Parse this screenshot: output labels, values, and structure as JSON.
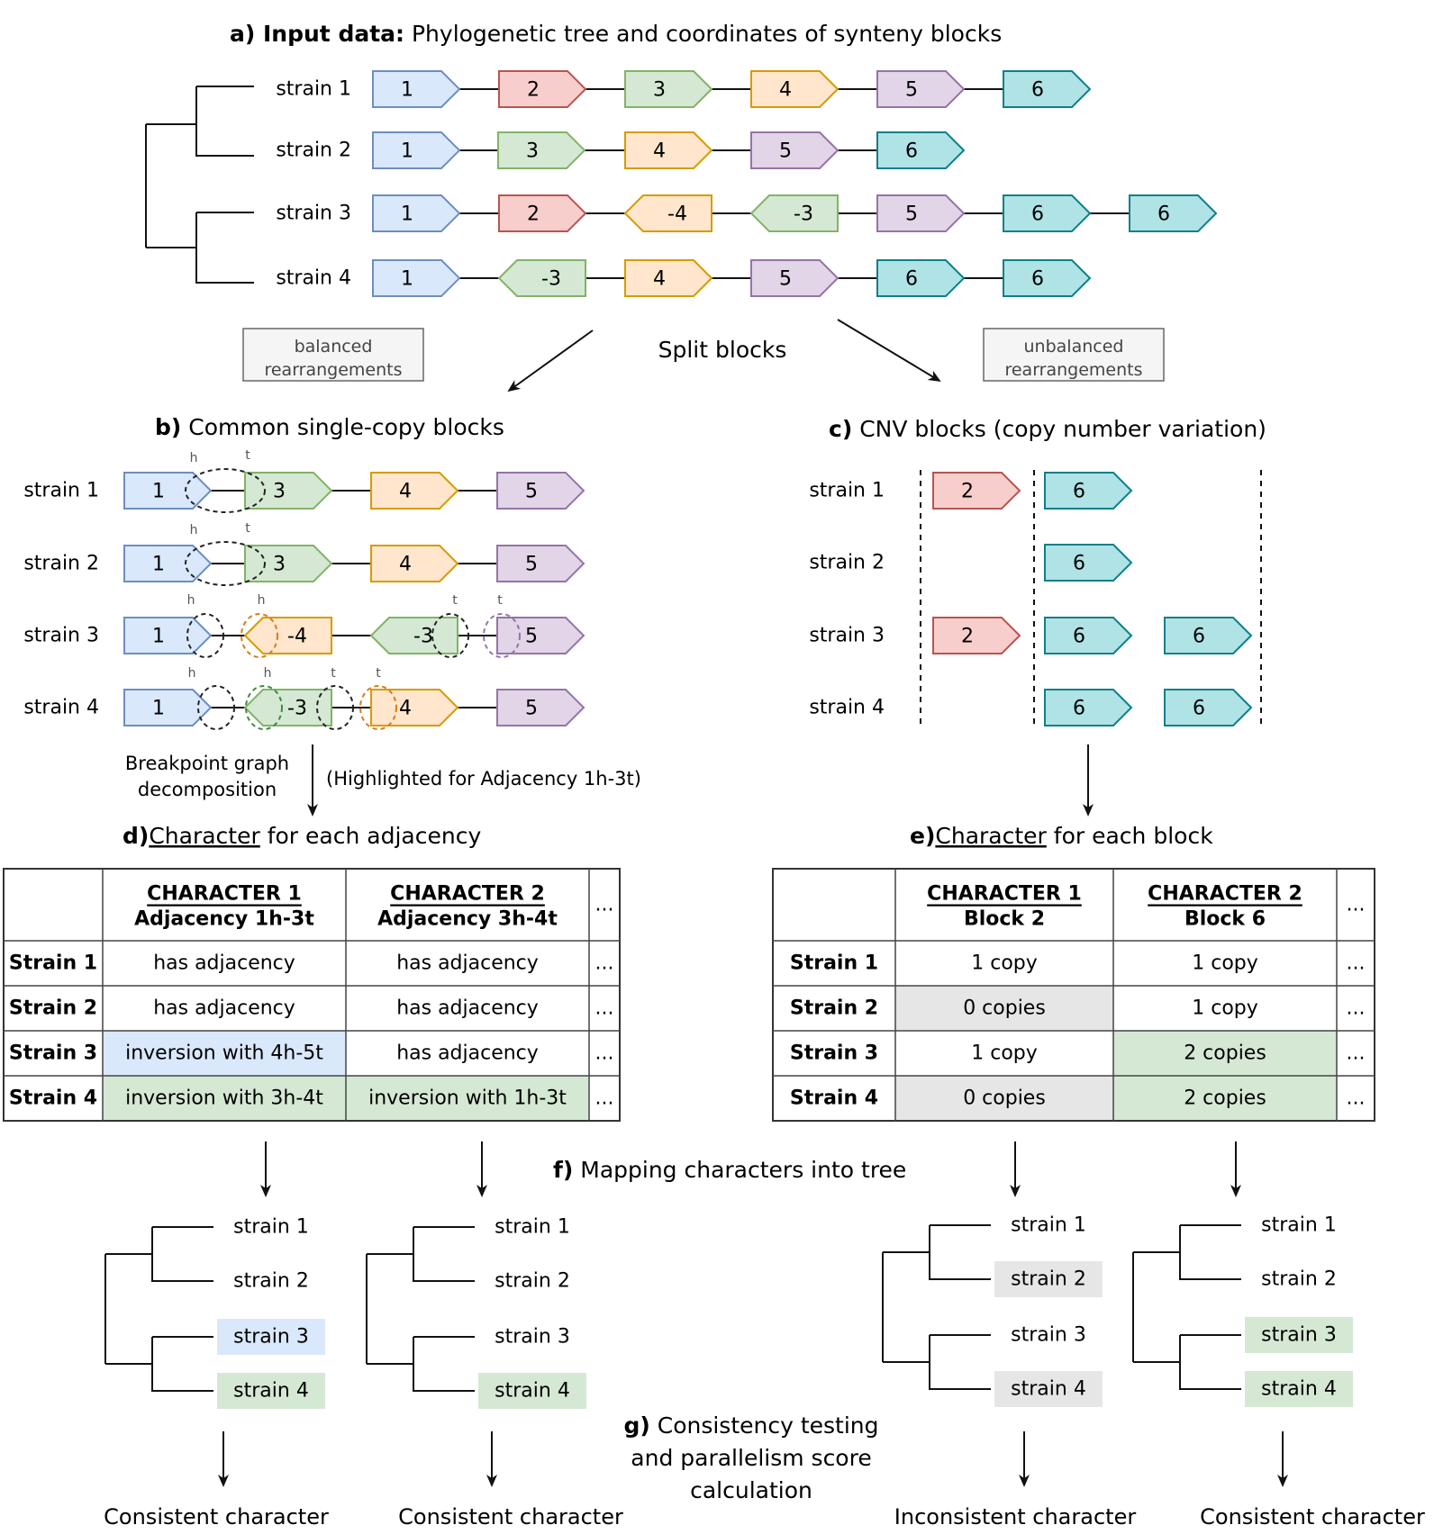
{
  "colors": {
    "block1": {
      "fill": "#dae8fc",
      "stroke": "#6c8ebf"
    },
    "block2": {
      "fill": "#f8cecc",
      "stroke": "#b85450"
    },
    "block3": {
      "fill": "#d5e8d4",
      "stroke": "#82b366"
    },
    "block4": {
      "fill": "#ffe6cc",
      "stroke": "#d79b00"
    },
    "block5": {
      "fill": "#e1d5e7",
      "stroke": "#9673a6"
    },
    "block6": {
      "fill": "#b0e3e6",
      "stroke": "#0e8088"
    },
    "highlight_blue": "#dae8fc",
    "highlight_green": "#d5e8d4",
    "highlight_grey": "#e6e6e6",
    "circle_black": "#222222",
    "circle_orange": "#d97b1a",
    "circle_purple": "#9673a6",
    "circle_green": "#3d8b3d"
  },
  "panel_a": {
    "title_bold": "a) Input data:",
    "title_rest": " Phylogenetic tree and coordinates of synteny blocks",
    "rows": [
      {
        "strain": "strain 1",
        "blocks": [
          "1",
          "2",
          "3",
          "4",
          "5",
          "6"
        ]
      },
      {
        "strain": "strain 2",
        "blocks": [
          "1",
          "3",
          "4",
          "5",
          "6"
        ]
      },
      {
        "strain": "strain 3",
        "blocks": [
          "1",
          "2",
          "-4",
          "-3",
          "5",
          "6",
          "6"
        ]
      },
      {
        "strain": "strain 4",
        "blocks": [
          "1",
          "-3",
          "4",
          "5",
          "6",
          "6"
        ]
      }
    ]
  },
  "split": {
    "label": "Split blocks",
    "balanced": [
      "balanced",
      "rearrangements"
    ],
    "unbalanced": [
      "unbalanced",
      "rearrangements"
    ]
  },
  "panel_b": {
    "title_bold": "b)",
    "title_rest": " Common single-copy blocks",
    "rows": [
      {
        "strain": "strain 1",
        "blocks": [
          "1",
          "3",
          "4",
          "5"
        ]
      },
      {
        "strain": "strain 2",
        "blocks": [
          "1",
          "3",
          "4",
          "5"
        ]
      },
      {
        "strain": "strain 3",
        "blocks": [
          "1",
          "-4",
          "-3",
          "5"
        ]
      },
      {
        "strain": "strain 4",
        "blocks": [
          "1",
          "-3",
          "4",
          "5"
        ]
      }
    ],
    "h": "h",
    "t": "t",
    "decomp": [
      "Breakpoint graph",
      "decomposition"
    ],
    "highlight_note": "(Highlighted for Adjacency 1h-3t)"
  },
  "panel_c": {
    "title_bold": "c)",
    "title_rest": " CNV blocks (copy number variation)",
    "rows": [
      {
        "strain": "strain 1",
        "blocks": [
          "2",
          "6"
        ]
      },
      {
        "strain": "strain 2",
        "blocks": [
          "6"
        ]
      },
      {
        "strain": "strain 3",
        "blocks": [
          "2",
          "6",
          "6"
        ]
      },
      {
        "strain": "strain 4",
        "blocks": [
          "6",
          "6"
        ]
      }
    ]
  },
  "panel_d": {
    "title_bold": "d)",
    "title_link": "Character",
    "title_rest": " for each adjacency",
    "col_headers": [
      {
        "name": "CHARACTER 1",
        "sub": "Adjacency 1h-3t"
      },
      {
        "name": "CHARACTER 2",
        "sub": "Adjacency 3h-4t"
      }
    ],
    "ellipsis": "...",
    "rows": [
      {
        "strain": "Strain 1",
        "c1": "has adjacency",
        "c2": "has adjacency"
      },
      {
        "strain": "Strain 2",
        "c1": "has adjacency",
        "c2": "has adjacency"
      },
      {
        "strain": "Strain 3",
        "c1": "inversion with 4h-5t",
        "c2": "has adjacency"
      },
      {
        "strain": "Strain 4",
        "c1": "inversion with 3h-4t",
        "c2": "inversion with 1h-3t"
      }
    ]
  },
  "panel_e": {
    "title_bold": "e)",
    "title_link": "Character",
    "title_rest": " for each block",
    "col_headers": [
      {
        "name": "CHARACTER 1",
        "sub": "Block 2"
      },
      {
        "name": "CHARACTER 2",
        "sub": "Block 6"
      }
    ],
    "ellipsis": "...",
    "rows": [
      {
        "strain": "Strain 1",
        "c1": "1 copy",
        "c2": "1 copy"
      },
      {
        "strain": "Strain 2",
        "c1": "0 copies",
        "c2": "1 copy"
      },
      {
        "strain": "Strain 3",
        "c1": "1 copy",
        "c2": "2 copies"
      },
      {
        "strain": "Strain 4",
        "c1": "0 copies",
        "c2": "2 copies"
      }
    ]
  },
  "panel_f": {
    "title_bold": "f)",
    "title_rest": " Mapping characters into tree",
    "trees": [
      {
        "labels": [
          "strain 1",
          "strain 2",
          "strain 3",
          "strain 4"
        ]
      },
      {
        "labels": [
          "strain 1",
          "strain 2",
          "strain 3",
          "strain 4"
        ]
      },
      {
        "labels": [
          "strain 1",
          "strain 2",
          "strain 3",
          "strain 4"
        ]
      },
      {
        "labels": [
          "strain 1",
          "strain 2",
          "strain 3",
          "strain 4"
        ]
      }
    ]
  },
  "panel_g": {
    "title_bold": "g)",
    "title_lines": [
      " Consistency testing",
      "and parallelism score",
      "calculation"
    ],
    "results": [
      "Consistent character",
      "Consistent character",
      "Inconsistent character",
      "Consistent character"
    ]
  }
}
